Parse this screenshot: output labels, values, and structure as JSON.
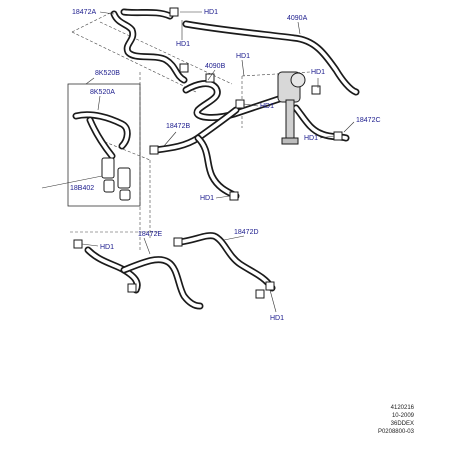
{
  "labels": {
    "l18472A": "18472A",
    "lHD1_a": "HD1",
    "lHD1_b": "HD1",
    "l4090A": "4090A",
    "lHD1_c": "HD1",
    "l4090B": "4090B",
    "lHD1_d": "HD1",
    "l8K520B": "8K520B",
    "l8K520A": "8K520A",
    "lHD1_e": "HD1",
    "l18472B": "18472B",
    "l18472C": "18472C",
    "lHD1_f": "HD1",
    "l18B402": "18B402",
    "lHD1_g": "HD1",
    "l18472E": "18472E",
    "l18472D": "18472D",
    "lHD1_h": "HD1",
    "lHD1_i": "HD1"
  },
  "footer": {
    "line1": "4120216",
    "line2": "10-2009",
    "line3": "36DDEX",
    "line4": "P0208800-03"
  },
  "colors": {
    "label": "#1a1a8c",
    "hose": "#1b1b1b"
  }
}
